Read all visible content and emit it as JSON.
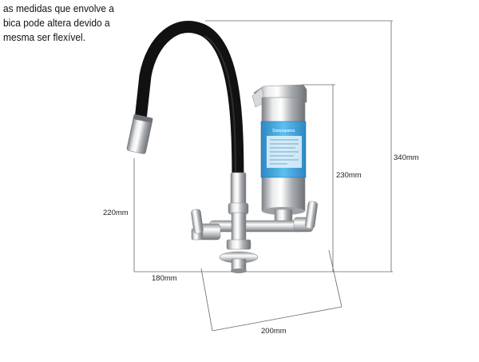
{
  "note": {
    "lines": [
      "as medidas que envolve a",
      "bica pode altera devido a",
      "mesma ser flexível."
    ]
  },
  "dimensions": {
    "height_total": "340mm",
    "height_filter": "230mm",
    "height_spout": "220mm",
    "depth": "180mm",
    "width": "200mm"
  },
  "label": {
    "brand": "Stanpapama"
  },
  "colors": {
    "hose": "#111111",
    "chrome_dark": "#8c8f93",
    "chrome_light": "#f4f5f6",
    "label_blue": "#2e9fd8",
    "dim_line": "#555555"
  }
}
